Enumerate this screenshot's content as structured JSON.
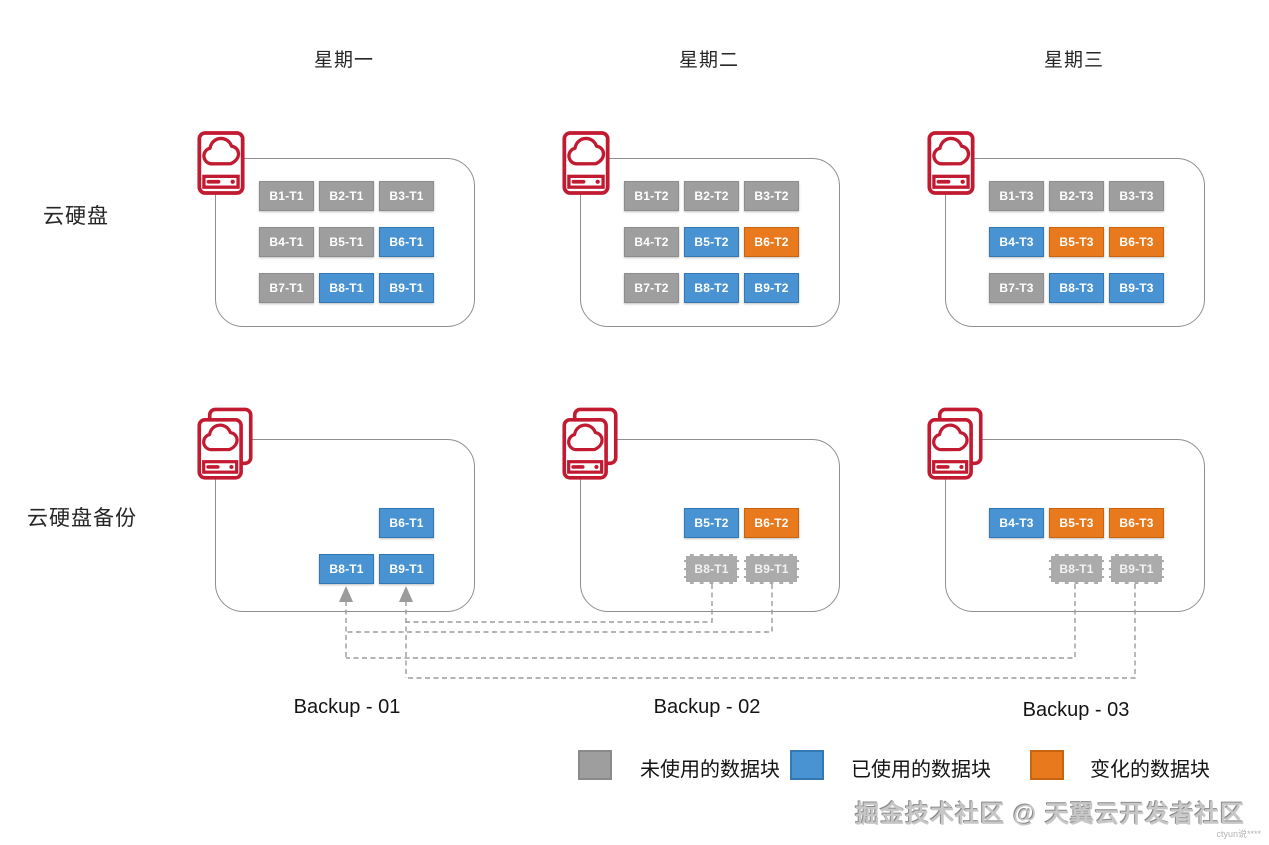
{
  "colors": {
    "icon_red": "#c11a31",
    "unused_gray": "#9e9e9e",
    "used_blue": "#4a93d2",
    "changed_orange": "#e8791d",
    "referenced_gray": "#ababab",
    "connector_gray": "#9b9b9b"
  },
  "row_labels": {
    "disk": "云硬盘",
    "backup": "云硬盘备份"
  },
  "columns": [
    {
      "day": "星期一",
      "disk": {
        "icon": "cloud-disk-icon",
        "blocks": [
          {
            "label": "B1-T1",
            "state": "unused"
          },
          {
            "label": "B2-T1",
            "state": "unused"
          },
          {
            "label": "B3-T1",
            "state": "unused"
          },
          {
            "label": "B4-T1",
            "state": "unused"
          },
          {
            "label": "B5-T1",
            "state": "unused"
          },
          {
            "label": "B6-T1",
            "state": "used"
          },
          {
            "label": "B7-T1",
            "state": "unused"
          },
          {
            "label": "B8-T1",
            "state": "used"
          },
          {
            "label": "B9-T1",
            "state": "used"
          }
        ]
      },
      "backup": {
        "icon": "cloud-disk-backup-icon",
        "label": "Backup - 01",
        "blocks": [
          {
            "label": "B6-T1",
            "state": "used"
          },
          {
            "label": "B8-T1",
            "state": "used"
          },
          {
            "label": "B9-T1",
            "state": "used"
          }
        ]
      }
    },
    {
      "day": "星期二",
      "disk": {
        "icon": "cloud-disk-icon",
        "blocks": [
          {
            "label": "B1-T2",
            "state": "unused"
          },
          {
            "label": "B2-T2",
            "state": "unused"
          },
          {
            "label": "B3-T2",
            "state": "unused"
          },
          {
            "label": "B4-T2",
            "state": "unused"
          },
          {
            "label": "B5-T2",
            "state": "used"
          },
          {
            "label": "B6-T2",
            "state": "changed"
          },
          {
            "label": "B7-T2",
            "state": "unused"
          },
          {
            "label": "B8-T2",
            "state": "used"
          },
          {
            "label": "B9-T2",
            "state": "used"
          }
        ]
      },
      "backup": {
        "icon": "cloud-disk-backup-icon",
        "label": "Backup - 02",
        "blocks": [
          {
            "label": "B5-T2",
            "state": "used"
          },
          {
            "label": "B6-T2",
            "state": "changed"
          },
          {
            "label": "B8-T1",
            "state": "referenced"
          },
          {
            "label": "B9-T1",
            "state": "referenced"
          }
        ]
      }
    },
    {
      "day": "星期三",
      "disk": {
        "icon": "cloud-disk-icon",
        "blocks": [
          {
            "label": "B1-T3",
            "state": "unused"
          },
          {
            "label": "B2-T3",
            "state": "unused"
          },
          {
            "label": "B3-T3",
            "state": "unused"
          },
          {
            "label": "B4-T3",
            "state": "used"
          },
          {
            "label": "B5-T3",
            "state": "changed"
          },
          {
            "label": "B6-T3",
            "state": "changed"
          },
          {
            "label": "B7-T3",
            "state": "unused"
          },
          {
            "label": "B8-T3",
            "state": "used"
          },
          {
            "label": "B9-T3",
            "state": "used"
          }
        ]
      },
      "backup": {
        "icon": "cloud-disk-backup-icon",
        "label": "Backup - 03",
        "blocks": [
          {
            "label": "B4-T3",
            "state": "used"
          },
          {
            "label": "B5-T3",
            "state": "changed"
          },
          {
            "label": "B6-T3",
            "state": "changed"
          },
          {
            "label": "B8-T1",
            "state": "referenced"
          },
          {
            "label": "B9-T1",
            "state": "referenced"
          }
        ]
      }
    }
  ],
  "legend": {
    "items": [
      {
        "label": "未使用的数据块",
        "color": "#9e9e9e"
      },
      {
        "label": "已使用的数据块",
        "color": "#4a93d2"
      },
      {
        "label": "变化的数据块",
        "color": "#e8791d"
      }
    ]
  },
  "watermark": {
    "text": "掘金技术社区 @ 天翼云开发者社区",
    "subtext": "ctyun说****"
  }
}
